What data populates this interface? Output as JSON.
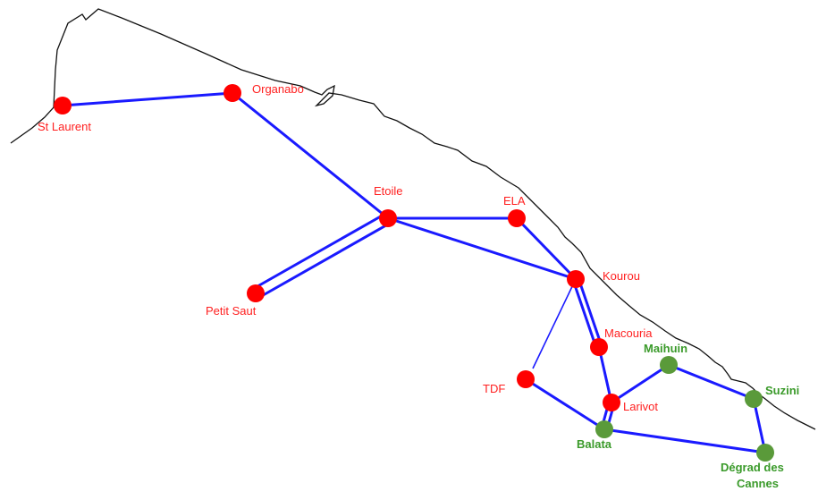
{
  "colors": {
    "existing_node": "#ff0000",
    "planned_node": "#5a9a3a",
    "line": "#1a1aff",
    "coast": "#111111"
  },
  "stations": {
    "st_laurent": "St Laurent",
    "organabo": "Organabo",
    "etoile": "Etoile",
    "ela": "ELA",
    "kourou": "Kourou",
    "petit_saut": "Petit Saut",
    "macouria": "Macouria",
    "tdf": "TDF",
    "larivot": "Larivot",
    "balata": "Balata",
    "maihuin": "Maihuin",
    "suzini": "Suzini",
    "degrad_line1": "Dégrad des",
    "degrad_line2": "Cannes"
  }
}
